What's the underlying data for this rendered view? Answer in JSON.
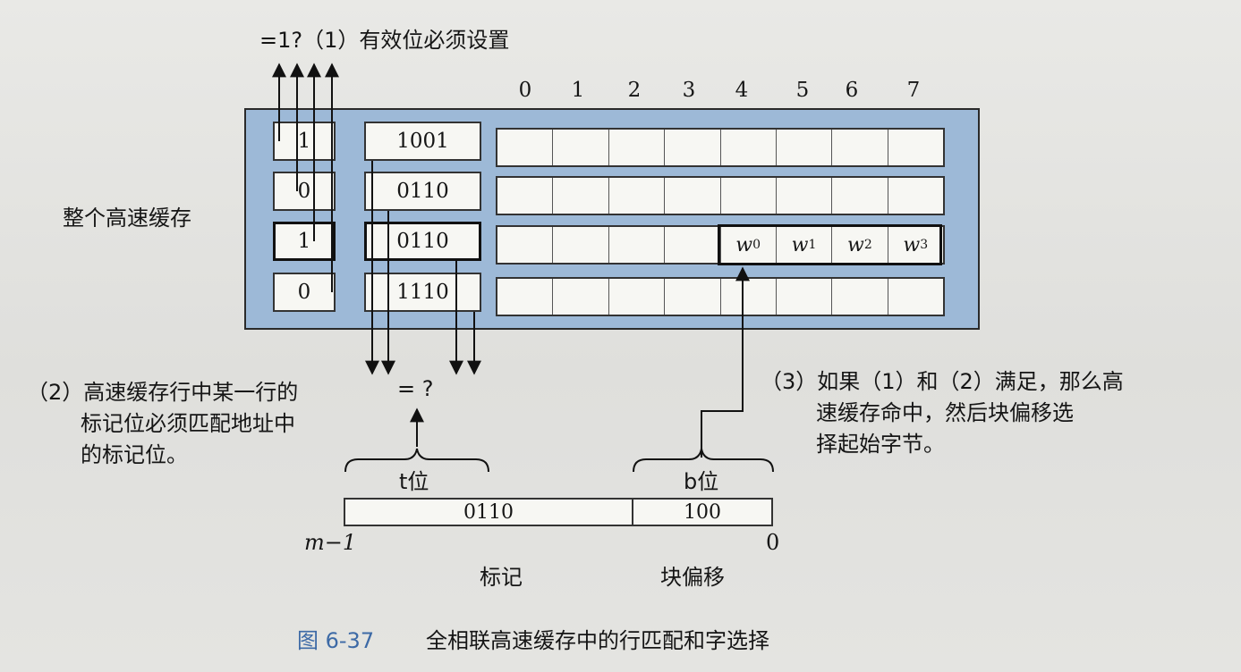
{
  "valid_condition": "=1?（1）有效位必须设置",
  "column_indices": [
    "0",
    "1",
    "2",
    "3",
    "4",
    "5",
    "6",
    "7"
  ],
  "cache_label": "整个高速缓存",
  "lines": [
    {
      "valid": "1",
      "tag": "1001",
      "highlighted": false
    },
    {
      "valid": "0",
      "tag": "0110",
      "highlighted": false
    },
    {
      "valid": "1",
      "tag": "0110",
      "highlighted": true
    },
    {
      "valid": "0",
      "tag": "1110",
      "highlighted": false
    }
  ],
  "words": [
    {
      "letter": "w",
      "sub": "0"
    },
    {
      "letter": "w",
      "sub": "1"
    },
    {
      "letter": "w",
      "sub": "2"
    },
    {
      "letter": "w",
      "sub": "3"
    }
  ],
  "tag_compare": "= ?",
  "step2_text": [
    "（2）高速缓存行中某一行的",
    "标记位必须匹配地址中",
    "的标记位。"
  ],
  "step3_text": [
    "（3）如果（1）和（2）满足，那么高",
    "速缓存命中，然后块偏移选",
    "择起始字节。"
  ],
  "address": {
    "t_label": "t位",
    "b_label": "b位",
    "tag_value": "0110",
    "offset_value": "100",
    "left_bit": "m−1",
    "right_bit": "0",
    "tag_name": "标记",
    "offset_name": "块偏移"
  },
  "caption": {
    "figure_number": "图 6-37",
    "title": "全相联高速缓存中的行匹配和字选择"
  },
  "colors": {
    "cache_fill": "#9db9d7",
    "caption_accent": "#3d6aa6"
  }
}
